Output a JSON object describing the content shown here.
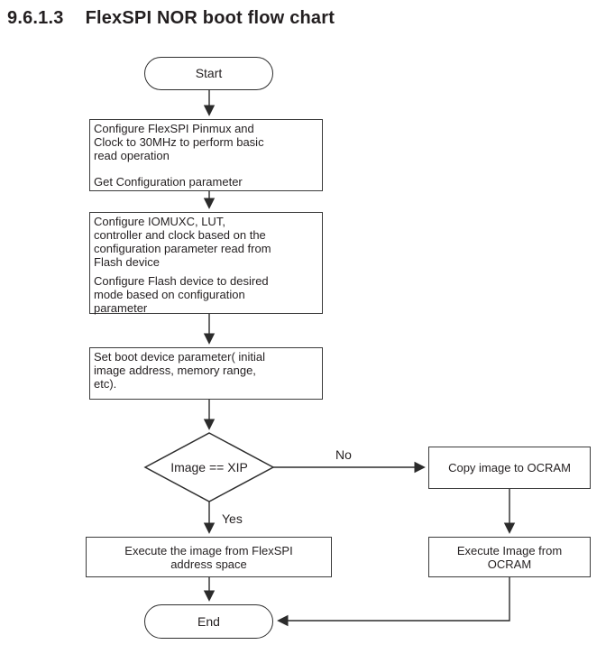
{
  "heading": {
    "number": "9.6.1.3",
    "text": "FlexSPI NOR boot flow chart"
  },
  "nodes": {
    "start": {
      "label": "Start"
    },
    "configure_pinmux": {
      "para1": "Configure FlexSPI Pinmux and\nClock to 30MHz to perform basic\nread operation",
      "para2": "Get Configuration parameter"
    },
    "configure_iomuxc": {
      "para1": "Configure IOMUXC, LUT,\ncontroller and clock based on the\nconfiguration parameter read from\nFlash device",
      "para2": "Configure Flash device to desired\nmode based on configuration\nparameter"
    },
    "set_boot_device": {
      "text": "Set boot device parameter( initial\nimage address, memory range,\netc)."
    },
    "decision": {
      "text": "Image == XIP"
    },
    "copy_image": {
      "text": "Copy image to OCRAM"
    },
    "execute_flexspi": {
      "text": "Execute the image from FlexSPI\naddress space"
    },
    "execute_ocram": {
      "text": "Execute Image from\nOCRAM"
    },
    "end": {
      "label": "End"
    }
  },
  "edges": {
    "no_label": "No",
    "yes_label": "Yes"
  },
  "colors": {
    "ink": "#231f20",
    "line": "#2b2b2b",
    "background": "#ffffff"
  }
}
